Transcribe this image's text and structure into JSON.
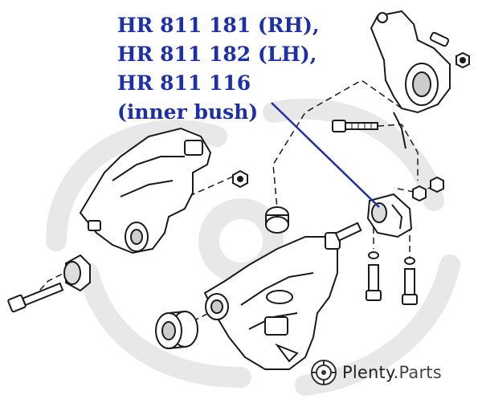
{
  "labels": {
    "line1": "HR 811 181 (RH),",
    "line2": "HR 811 182 (LH),",
    "line3": "HR 811 116",
    "line4": "(inner bush)"
  },
  "brand": {
    "name": "Plenty",
    "tld": ".Parts"
  },
  "colors": {
    "label": "#1c2fb0",
    "leader": "#1c2fb0",
    "drawing": "#1a1a1a",
    "watermark": "#e6e6e6"
  }
}
